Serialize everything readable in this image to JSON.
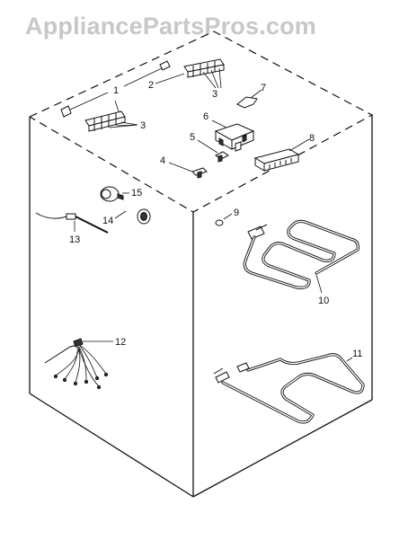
{
  "watermark": "AppliancePartsPros.com",
  "callouts": {
    "c1": "1",
    "c2": "2",
    "c3a": "3",
    "c3b": "3",
    "c4": "4",
    "c5": "5",
    "c6": "6",
    "c7": "7",
    "c8": "8",
    "c9": "9",
    "c10": "10",
    "c11": "11",
    "c12": "12",
    "c13": "13",
    "c14": "14",
    "c15": "15"
  }
}
